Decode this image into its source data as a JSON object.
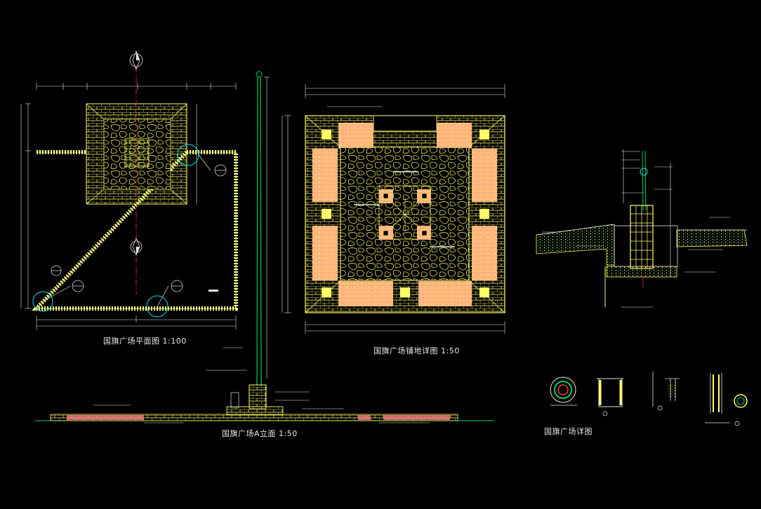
{
  "titles": {
    "plan": "国旗广场平面图 1:100",
    "paving": "国旗广场铺地详图 1:50",
    "elevation": "国旗广场A立面 1:50",
    "detail": "国旗广场详图"
  },
  "colors": {
    "background": "#000000",
    "paving_yellow": "#ffff66",
    "salmon_fill": "#ffaa80",
    "line_white": "#e6e6e6",
    "line_green": "#00cc66",
    "accent_cyan": "#00e5e5",
    "section_red": "#ff3333"
  },
  "icons": [
    "north-arrow-icon",
    "section-marker-icon",
    "detail-callout-icon"
  ]
}
